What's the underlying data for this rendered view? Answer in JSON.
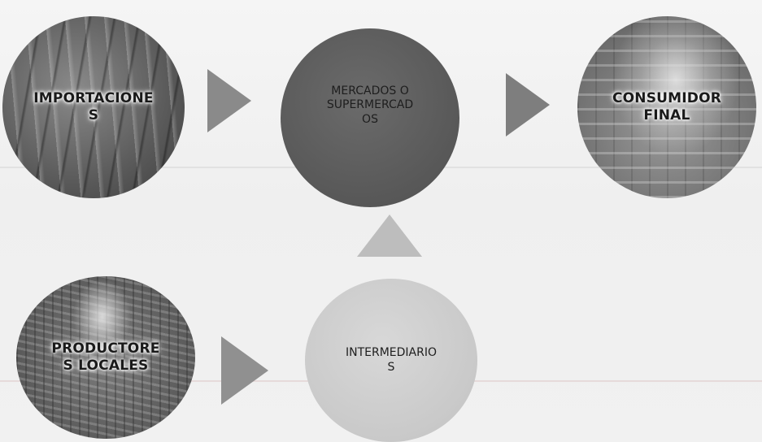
{
  "nodes": {
    "importaciones": {
      "label": "IMPORTACIONE\nS",
      "fill": "#6a6a6a"
    },
    "mercados": {
      "label": "MERCADOS O\nSUPERMERCAD\nOS",
      "fill": "#5e5e5e"
    },
    "consumidor": {
      "label": "CONSUMIDOR\nFINAL",
      "fill": "#7a7a7a"
    },
    "productores": {
      "label": "PRODUCTORE\nS LOCALES",
      "fill": "#666666"
    },
    "intermediarios": {
      "label": "INTERMEDIARIO\nS",
      "fill": "#cfcfcf"
    }
  },
  "arrows": {
    "color_dark": "#858585",
    "color_light": "#bdbdbd"
  }
}
